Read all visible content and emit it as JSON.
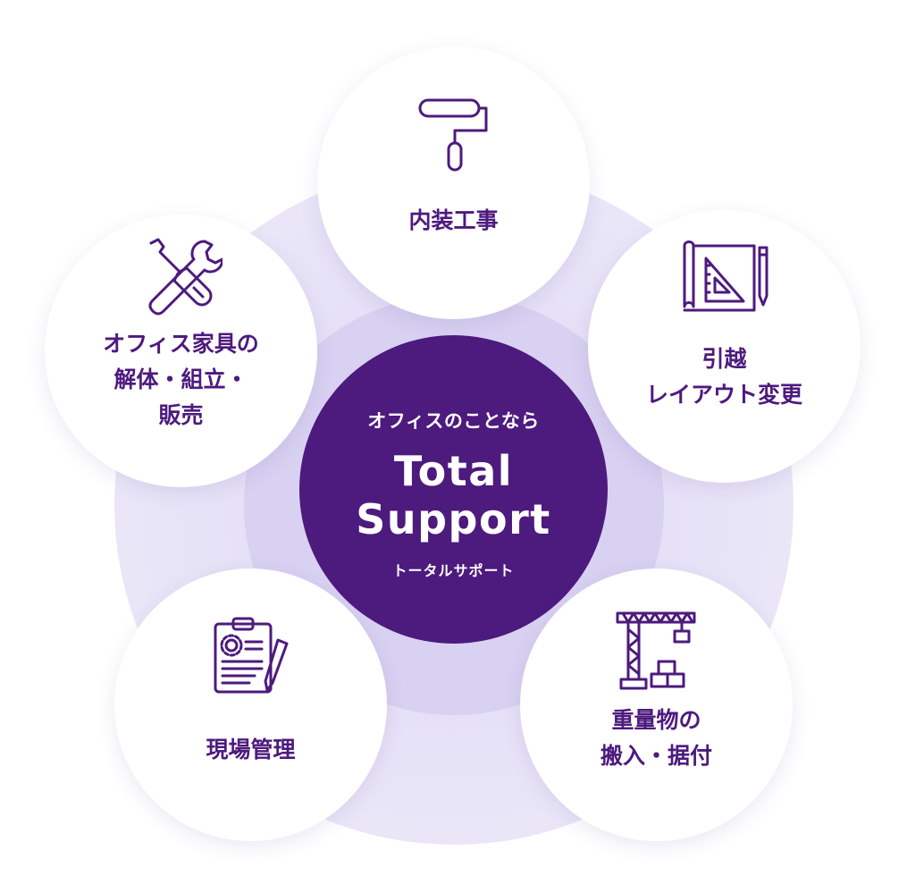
{
  "center": {
    "subtitle": "オフィスのことなら",
    "title_line1": "Total",
    "title_line2": "Support",
    "kana": "トータルサポート"
  },
  "services": {
    "interior": {
      "label": "内装工事",
      "icon": "paint-roller-icon"
    },
    "layout": {
      "label": "引越\nレイアウト変更",
      "icon": "blueprint-icon"
    },
    "furniture": {
      "label": "オフィス家具の\n解体・組立・\n販売",
      "icon": "tools-icon"
    },
    "site": {
      "label": "現場管理",
      "icon": "clipboard-icon"
    },
    "heavy": {
      "label": "重量物の\n搬入・据付",
      "icon": "crane-icon"
    }
  },
  "colors": {
    "primary": "#4d1a7e",
    "outer_ring": "#e7e3f7",
    "inner_ring": "#d8d1f1",
    "node_bg": "#ffffff"
  }
}
